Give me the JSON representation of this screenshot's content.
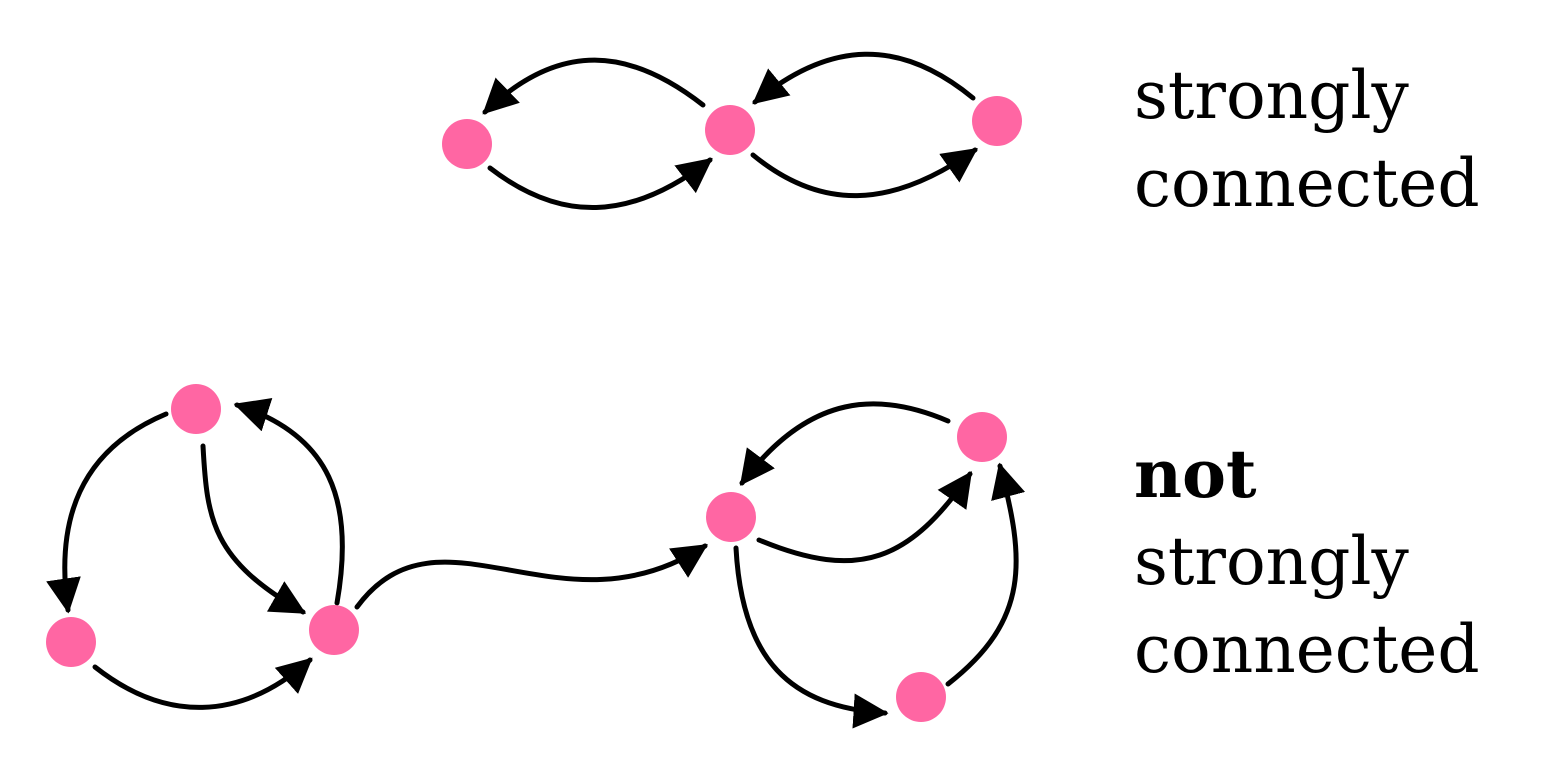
{
  "colors": {
    "node": "#ff66a3",
    "edge": "#000000",
    "background": "#ffffff"
  },
  "examples": [
    {
      "id": "top",
      "caption": [
        "strongly",
        "connected"
      ],
      "nodes": [
        "a",
        "b",
        "c"
      ],
      "edges": [
        [
          "b",
          "a"
        ],
        [
          "a",
          "b"
        ],
        [
          "c",
          "b"
        ],
        [
          "b",
          "c"
        ]
      ]
    },
    {
      "id": "bottom",
      "caption_bold": "not",
      "caption": [
        "strongly",
        "connected"
      ],
      "nodes": [
        "d",
        "e",
        "f",
        "g",
        "h",
        "i"
      ],
      "edges": [
        [
          "d",
          "e"
        ],
        [
          "e",
          "f"
        ],
        [
          "d",
          "f"
        ],
        [
          "f",
          "d"
        ],
        [
          "f",
          "g"
        ],
        [
          "h",
          "g"
        ],
        [
          "g",
          "h"
        ],
        [
          "g",
          "i"
        ],
        [
          "i",
          "h"
        ]
      ]
    }
  ]
}
